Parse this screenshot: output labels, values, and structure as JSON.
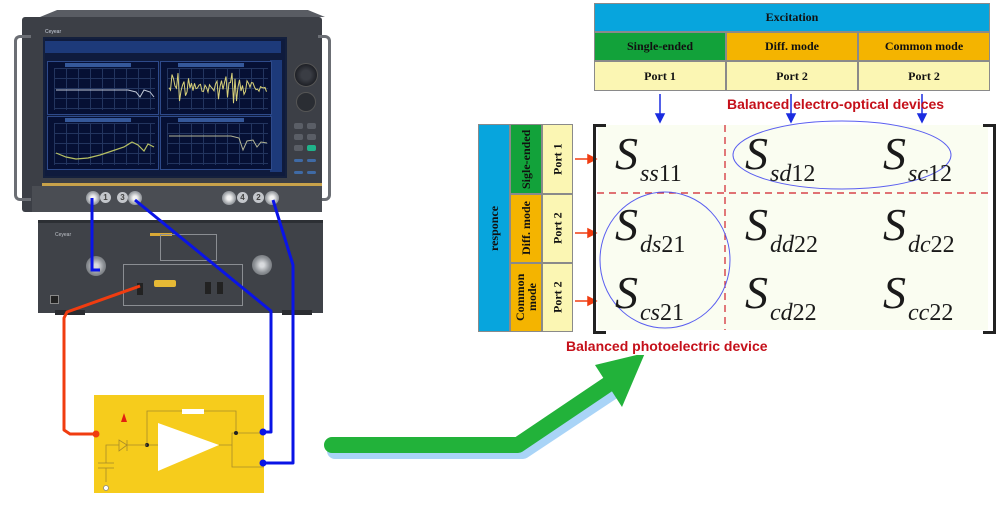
{
  "instrument": {
    "name": "Vector network analyzer with test set",
    "brand": "Ceyear",
    "front_ports": [
      "1",
      "3",
      "4",
      "2"
    ]
  },
  "excitation_table": {
    "header": "Excitation",
    "modes": [
      "Single-ended",
      "Diff. mode",
      "Common mode"
    ],
    "ports": [
      "Port 1",
      "Port 2",
      "Port 2"
    ]
  },
  "response_table": {
    "header": "responce",
    "modes": [
      "Sigle-ended",
      "Diff. mode",
      "Common mode"
    ],
    "ports": [
      "Port 1",
      "Port 2",
      "Port 2"
    ]
  },
  "matrix": {
    "rows": [
      [
        {
          "sub": "ss",
          "num": "11"
        },
        {
          "sub": "sd",
          "num": "12"
        },
        {
          "sub": "sc",
          "num": "12"
        }
      ],
      [
        {
          "sub": "ds",
          "num": "21"
        },
        {
          "sub": "dd",
          "num": "22"
        },
        {
          "sub": "dc",
          "num": "22"
        }
      ],
      [
        {
          "sub": "cs",
          "num": "21"
        },
        {
          "sub": "cd",
          "num": "22"
        },
        {
          "sub": "cc",
          "num": "22"
        }
      ]
    ],
    "symbol": "S"
  },
  "annotations": {
    "electro_optical": "Balanced electro-optical devices",
    "photoelectric": "Balanced photoelectric device"
  },
  "colors": {
    "excitation_header": "#07a5dd",
    "single_ended": "#12a23a",
    "diff_mode": "#f4b400",
    "port_cell": "#fbf6b3",
    "annotation_text": "#c5101a",
    "cable_blue": "#0a14e6",
    "cable_red": "#f03c10",
    "flow_arrow": "#22b23a",
    "circuit_card": "#f6cc1c"
  }
}
